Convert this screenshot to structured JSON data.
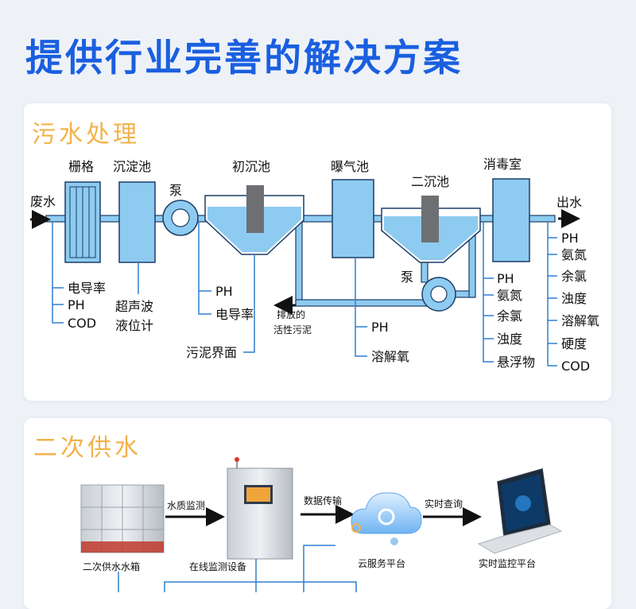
{
  "headline": "提供行业完善的解决方案",
  "sections": {
    "wastewater": {
      "title": "污水处理",
      "inflow": "废水",
      "outflow": "出水",
      "stages": {
        "grille": "栅格",
        "settling": "沉淀池",
        "pump1": "泵",
        "primary": "初沉池",
        "aeration": "曝气池",
        "secondary": "二沉池",
        "pump2": "泵",
        "disinfection": "消毒室"
      },
      "sludge_label": [
        "排放的",
        "活性污泥"
      ],
      "monitors": {
        "grille": [
          "电导率",
          "PH",
          "COD"
        ],
        "settling": [
          "超声波",
          "液位计"
        ],
        "primary": [
          "PH",
          "电导率"
        ],
        "sludge_interface": "污泥界面",
        "aeration": [
          "PH",
          "溶解氧"
        ],
        "disinfection": [
          "PH",
          "氨氮",
          "余氯",
          "浊度",
          "悬浮物"
        ],
        "outlet": [
          "PH",
          "氨氮",
          "余氯",
          "浊度",
          "溶解氧",
          "硬度",
          "COD"
        ]
      }
    },
    "water_supply": {
      "title": "二次供水",
      "nodes": {
        "tank": "二次供水水箱",
        "device": "在线监测设备",
        "cloud": "云服务平台",
        "platform": "实时监控平台"
      },
      "arrows": {
        "quality": "水质监测",
        "transfer": "数据传输",
        "query": "实时查询"
      }
    }
  },
  "colors": {
    "headline": "#1a5fe0",
    "section_title": "#f2b24a",
    "tank_fill": "#8ecbf0",
    "tank_stroke": "#1c3d66",
    "monitor_line": "#2f7fd1",
    "motor": "#6d6f73"
  }
}
